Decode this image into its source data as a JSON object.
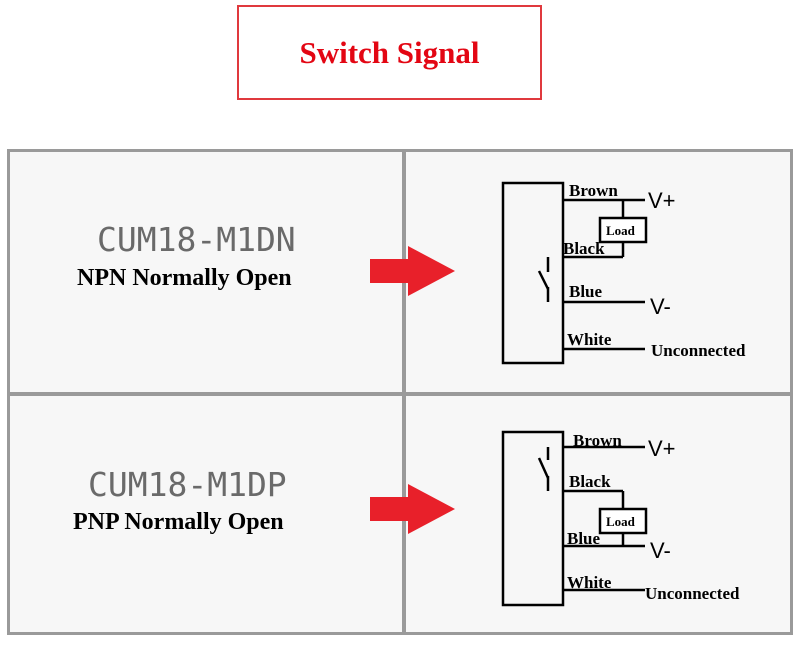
{
  "title": "Switch Signal",
  "panels": [
    {
      "model": "CUM18-M1DN",
      "description": "NPN Normally Open",
      "wires": {
        "brown": "Brown",
        "black": "Black",
        "blue": "Blue",
        "white": "White"
      },
      "load": "Load",
      "vplus": "V+",
      "vminus": "V-",
      "unconnected": "Unconnected"
    },
    {
      "model": "CUM18-M1DP",
      "description": "PNP Normally Open",
      "wires": {
        "brown": "Brown",
        "black": "Black",
        "blue": "Blue",
        "white": "White"
      },
      "load": "Load",
      "vplus": "V+",
      "vminus": "V-",
      "unconnected": "Unconnected"
    }
  ],
  "colors": {
    "accent": "#e30613",
    "border": "#9a9a9a",
    "arrow": "#e8202a"
  },
  "icons": {
    "arrow": "arrow-right-icon",
    "switch": "switch-contact-icon"
  }
}
